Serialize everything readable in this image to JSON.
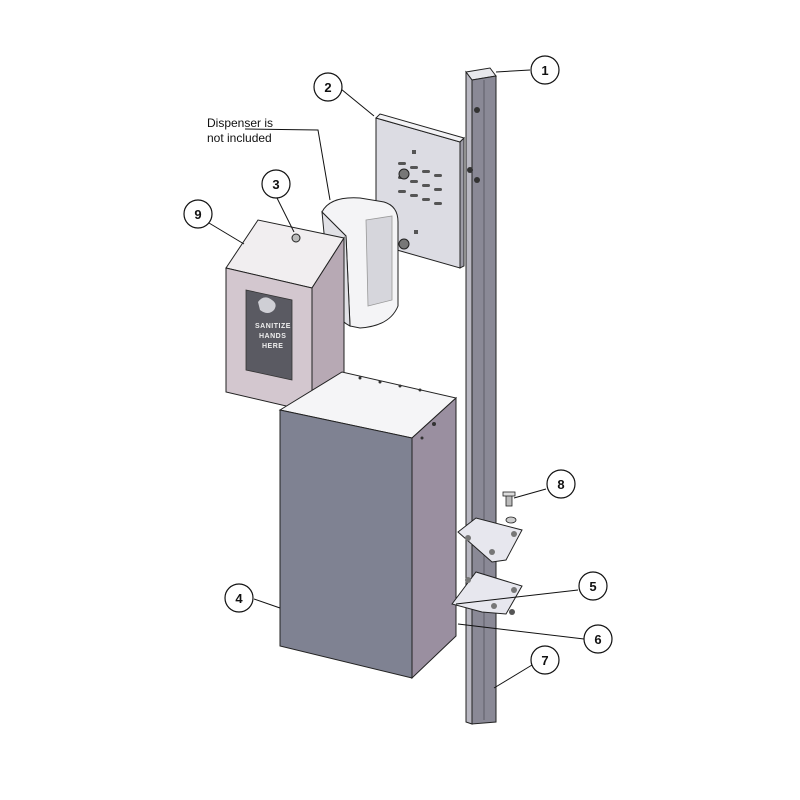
{
  "note": {
    "line1": "Dispenser is",
    "line2": "not included"
  },
  "sign": {
    "line1": "SANITIZE",
    "line2": "HANDS",
    "line3": "HERE"
  },
  "callouts": [
    {
      "id": "callout-1",
      "label": "1"
    },
    {
      "id": "callout-2",
      "label": "2"
    },
    {
      "id": "callout-3",
      "label": "3"
    },
    {
      "id": "callout-4",
      "label": "4"
    },
    {
      "id": "callout-5",
      "label": "5"
    },
    {
      "id": "callout-6",
      "label": "6"
    },
    {
      "id": "callout-7",
      "label": "7"
    },
    {
      "id": "callout-8",
      "label": "8"
    },
    {
      "id": "callout-9",
      "label": "9"
    }
  ],
  "colors": {
    "post": "#8a8996",
    "post_light": "#b9b8c2",
    "cabinet_front": "#7f8292",
    "cabinet_side": "#9a8fa0",
    "cabinet_top": "#f2f2f2",
    "sign_housing": "#c9bcc4",
    "plate": "#e7e7ee",
    "line": "#222222"
  }
}
